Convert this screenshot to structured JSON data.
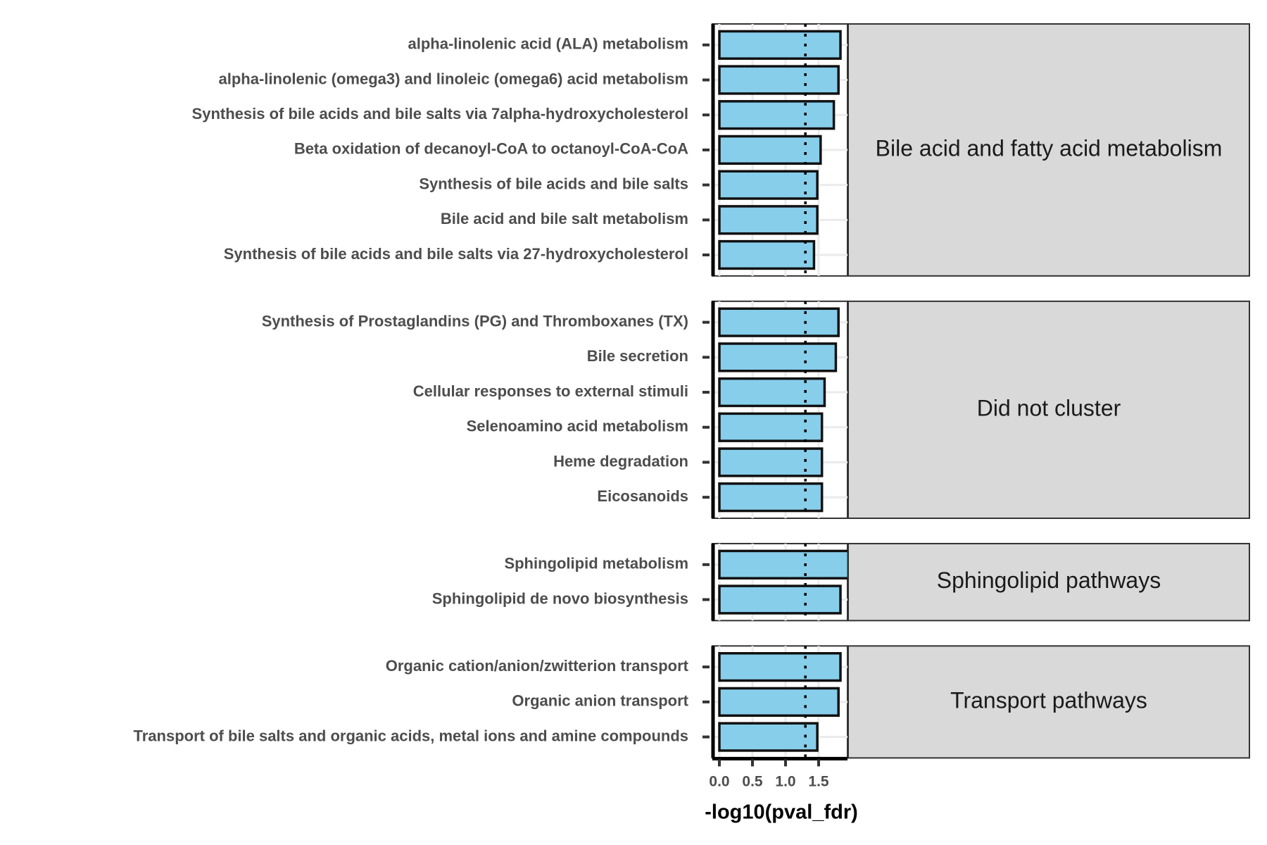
{
  "chart_data": {
    "type": "bar",
    "orientation": "horizontal",
    "faceted": true,
    "xlabel": "-log10(pval_fdr)",
    "ylabel": "",
    "title": "",
    "xlim": [
      0,
      2
    ],
    "xticks": [
      0.0,
      0.5,
      1.0,
      1.5
    ],
    "xtick_labels": [
      "0.0",
      "0.5",
      "1.0",
      "1.5"
    ],
    "reference_line": 1.3,
    "grid": true,
    "legend": "none",
    "colors": {
      "bar_fill": "#87ceeb",
      "bar_stroke": "#111111",
      "strip_fill": "#d9d9d9",
      "strip_stroke": "#333333",
      "grid": "#ebebeb",
      "reference_line": "#000000"
    },
    "facets": [
      {
        "name": "Bile acid and fatty acid metabolism",
        "categories": [
          "alpha-linolenic acid (ALA) metabolism",
          "alpha-linolenic (omega3) and linoleic (omega6) acid metabolism",
          "Synthesis of bile acids and bile salts via 7alpha-hydroxycholesterol",
          "Beta oxidation of decanoyl-CoA to octanoyl-CoA-CoA",
          "Synthesis of bile acids and bile salts",
          "Bile acid and bile salt metabolism",
          "Synthesis of bile acids and bile salts via 27-hydroxycholesterol"
        ],
        "values": [
          1.83,
          1.8,
          1.73,
          1.53,
          1.48,
          1.48,
          1.43
        ]
      },
      {
        "name": "Did not cluster",
        "categories": [
          "Synthesis of Prostaglandins (PG) and Thromboxanes (TX)",
          "Bile secretion",
          "Cellular responses to external stimuli",
          "Selenoamino acid metabolism",
          "Heme degradation",
          "Eicosanoids"
        ],
        "values": [
          1.8,
          1.76,
          1.59,
          1.55,
          1.55,
          1.55
        ]
      },
      {
        "name": "Sphingolipid pathways",
        "categories": [
          "Sphingolipid metabolism",
          "Sphingolipid de novo biosynthesis"
        ],
        "values": [
          1.95,
          1.83
        ]
      },
      {
        "name": "Transport pathways",
        "categories": [
          "Organic cation/anion/zwitterion transport",
          "Organic anion transport",
          "Transport of bile salts and organic acids, metal ions and amine compounds"
        ],
        "values": [
          1.83,
          1.8,
          1.48
        ]
      }
    ]
  }
}
